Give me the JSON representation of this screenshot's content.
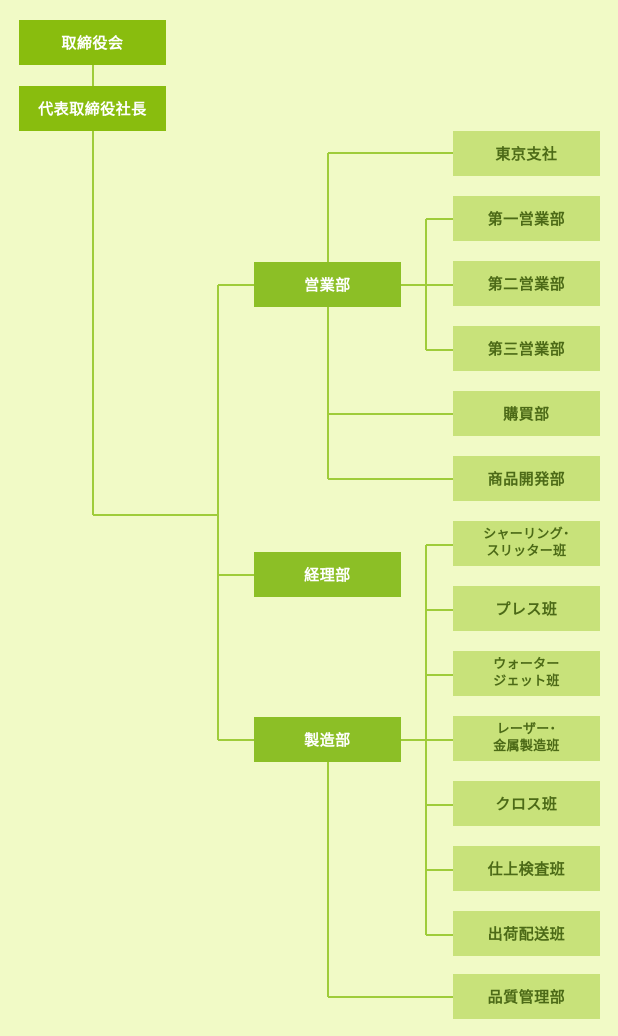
{
  "colors": {
    "background": "#f1fac6",
    "executive_box": "#89bd0e",
    "department_box": "#8cbf26",
    "section_box": "#c8e27a",
    "section_text": "#4c6a17",
    "connector": "#9fcc3a"
  },
  "executive": {
    "board": "取締役会",
    "president": "代表取締役社長"
  },
  "departments": {
    "sales": {
      "name": "営業部",
      "units": [
        "東京支社",
        "第一営業部",
        "第二営業部",
        "第三営業部",
        "購買部",
        "商品開発部"
      ]
    },
    "accounting": {
      "name": "経理部"
    },
    "manufacturing": {
      "name": "製造部",
      "units": [
        "シャーリング･\nスリッター班",
        "プレス班",
        "ウォーター\nジェット班",
        "レーザー･\n金属製造班",
        "クロス班",
        "仕上検査班",
        "出荷配送班",
        "品質管理部"
      ]
    }
  }
}
